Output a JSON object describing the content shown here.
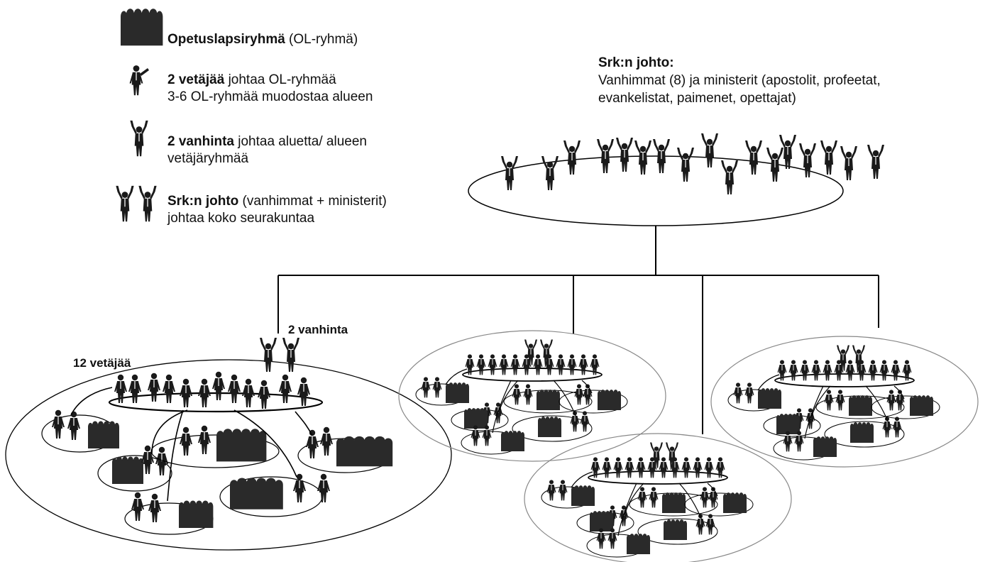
{
  "legend": {
    "item1": {
      "bold": "Opetuslapsiryhmä",
      "rest": " (OL-ryhmä)",
      "icon": "crowd-icon"
    },
    "item2": {
      "bold": "2 vetäjää",
      "rest": " johtaa OL-ryhmää",
      "line2": "3-6 OL-ryhmää muodostaa alueen",
      "icon": "leader-icon"
    },
    "item3": {
      "bold": "2 vanhinta",
      "rest": " johtaa aluetta/ alueen",
      "line2": "vetäjäryhmää",
      "icon": "elder-icon"
    },
    "item4": {
      "bold": "Srk:n johto",
      "rest": " (vanhimmat + ministerit)",
      "line2": "johtaa koko seurakuntaa",
      "icon": "leadership-pair-icon"
    }
  },
  "leadership": {
    "title": "Srk:n johto:",
    "line1": "Vanhimmat (8) ja ministerit (apostolit, profeetat,",
    "line2": "evankelistat, paimenet, opettajat)"
  },
  "area_labels": {
    "elders": "2 vanhinta",
    "leaders": "12 vetäjää"
  },
  "colors": {
    "figure": "#1a1a1a",
    "line": "#000000",
    "outer_ring": "#888888"
  }
}
